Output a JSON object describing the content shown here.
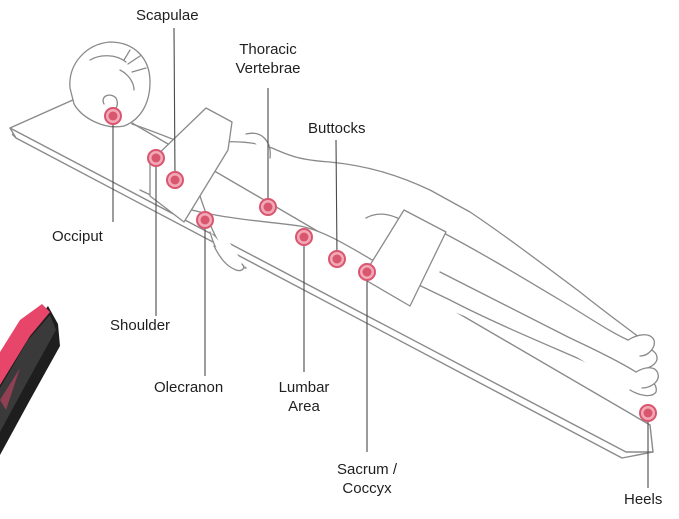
{
  "diagram": {
    "labels": {
      "scapulae": "Scapulae",
      "thoracic_line1": "Thoracic",
      "thoracic_line2": "Vertebrae",
      "buttocks": "Buttocks",
      "occiput": "Occiput",
      "shoulder": "Shoulder",
      "olecranon": "Olecranon",
      "lumbar_line1": "Lumbar",
      "lumbar_line2": "Area",
      "sacrum_line1": "Sacrum /",
      "sacrum_line2": "Coccyx",
      "heels": "Heels"
    },
    "colors": {
      "marker": "#d9566f",
      "marker_fill": "#f2a9b7",
      "outline": "#8a8a8a",
      "leader": "#4a4a4a",
      "pad_pink": "#e8456b",
      "pad_dark": "#1e1e1e"
    }
  }
}
